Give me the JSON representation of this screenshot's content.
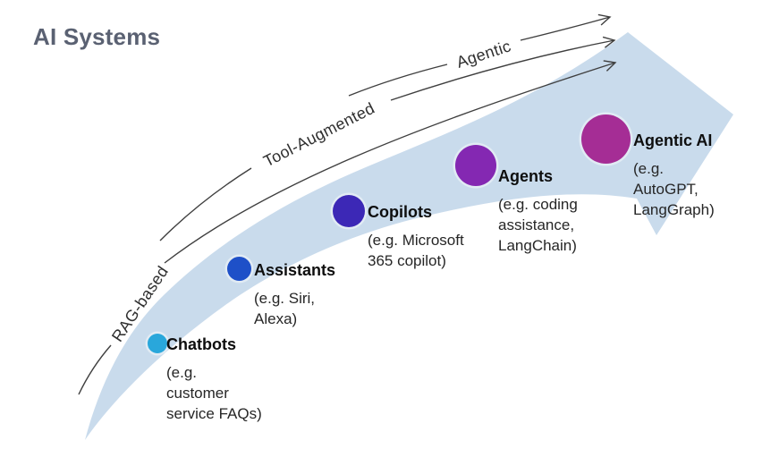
{
  "title": "AI Systems",
  "arc_labels": [
    {
      "label": "RAG-based"
    },
    {
      "label": "Tool-Augmented"
    },
    {
      "label": "Agentic"
    }
  ],
  "stages": [
    {
      "name": "Chatbots",
      "example": "(e.g.\ncustomer\nservice FAQs)",
      "dot_color": "#29a7db"
    },
    {
      "name": "Assistants",
      "example": "(e.g. Siri,\nAlexa)",
      "dot_color": "#1e50c8"
    },
    {
      "name": "Copilots",
      "example": "(e.g. Microsoft\n365 copilot)",
      "dot_color": "#3c28b6"
    },
    {
      "name": "Agents",
      "example": "(e.g. coding\nassistance,\nLangChain)",
      "dot_color": "#8428b2"
    },
    {
      "name": "Agentic AI",
      "example": "(e.g.\nAutoGPT,\nLangGraph)",
      "dot_color": "#a52d95"
    }
  ],
  "colors": {
    "swoosh": "#c9dbec",
    "thin_arrow": "#3f3f3f",
    "title": "#5a6172"
  }
}
